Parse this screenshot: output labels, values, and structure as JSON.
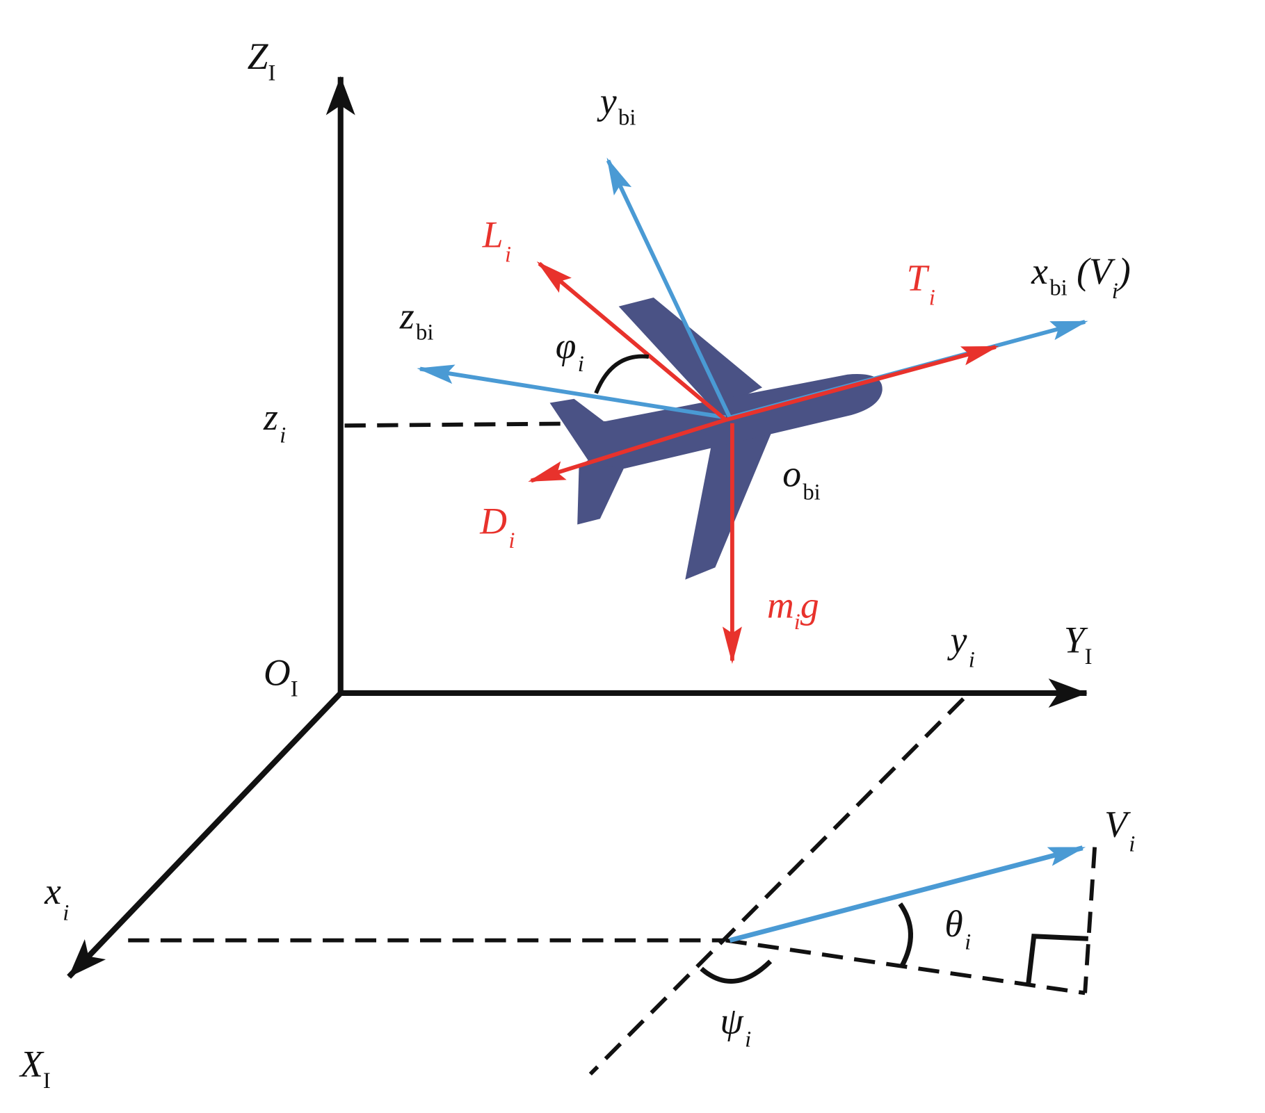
{
  "colors": {
    "axis": "#111111",
    "body_frame": "#4a9ad4",
    "force": "#e8322c",
    "aircraft": "#4a5285"
  },
  "labels": {
    "Z_axis": {
      "main": "Z",
      "sub": "I"
    },
    "Y_axis": {
      "main": "Y",
      "sub": "I"
    },
    "X_axis": {
      "main": "X",
      "sub": "I"
    },
    "origin": {
      "main": "O",
      "sub": "I"
    },
    "x_i": {
      "main": "x",
      "sub": "i"
    },
    "y_i": {
      "main": "y",
      "sub": "i"
    },
    "z_i": {
      "main": "z",
      "sub": "i"
    },
    "y_bi": {
      "main": "y",
      "sub": "bi"
    },
    "z_bi": {
      "main": "z",
      "sub": "bi"
    },
    "x_bi": {
      "main": "x",
      "sub": "bi",
      "paren_open": " (V",
      "paren_sub": "i",
      "paren_close": ")"
    },
    "o_bi": {
      "main": "o",
      "sub": "bi"
    },
    "phi": {
      "main": "φ",
      "sub": "i"
    },
    "theta": {
      "main": "θ",
      "sub": "i"
    },
    "psi": {
      "main": "ψ",
      "sub": "i"
    },
    "V_i": {
      "main": "V",
      "sub": "i"
    },
    "L_i": {
      "main": "L",
      "sub": "i"
    },
    "T_i": {
      "main": "T",
      "sub": "i"
    },
    "D_i": {
      "main": "D",
      "sub": "i"
    },
    "mg": {
      "main": "m",
      "sub": "i",
      "tail": "g"
    }
  }
}
